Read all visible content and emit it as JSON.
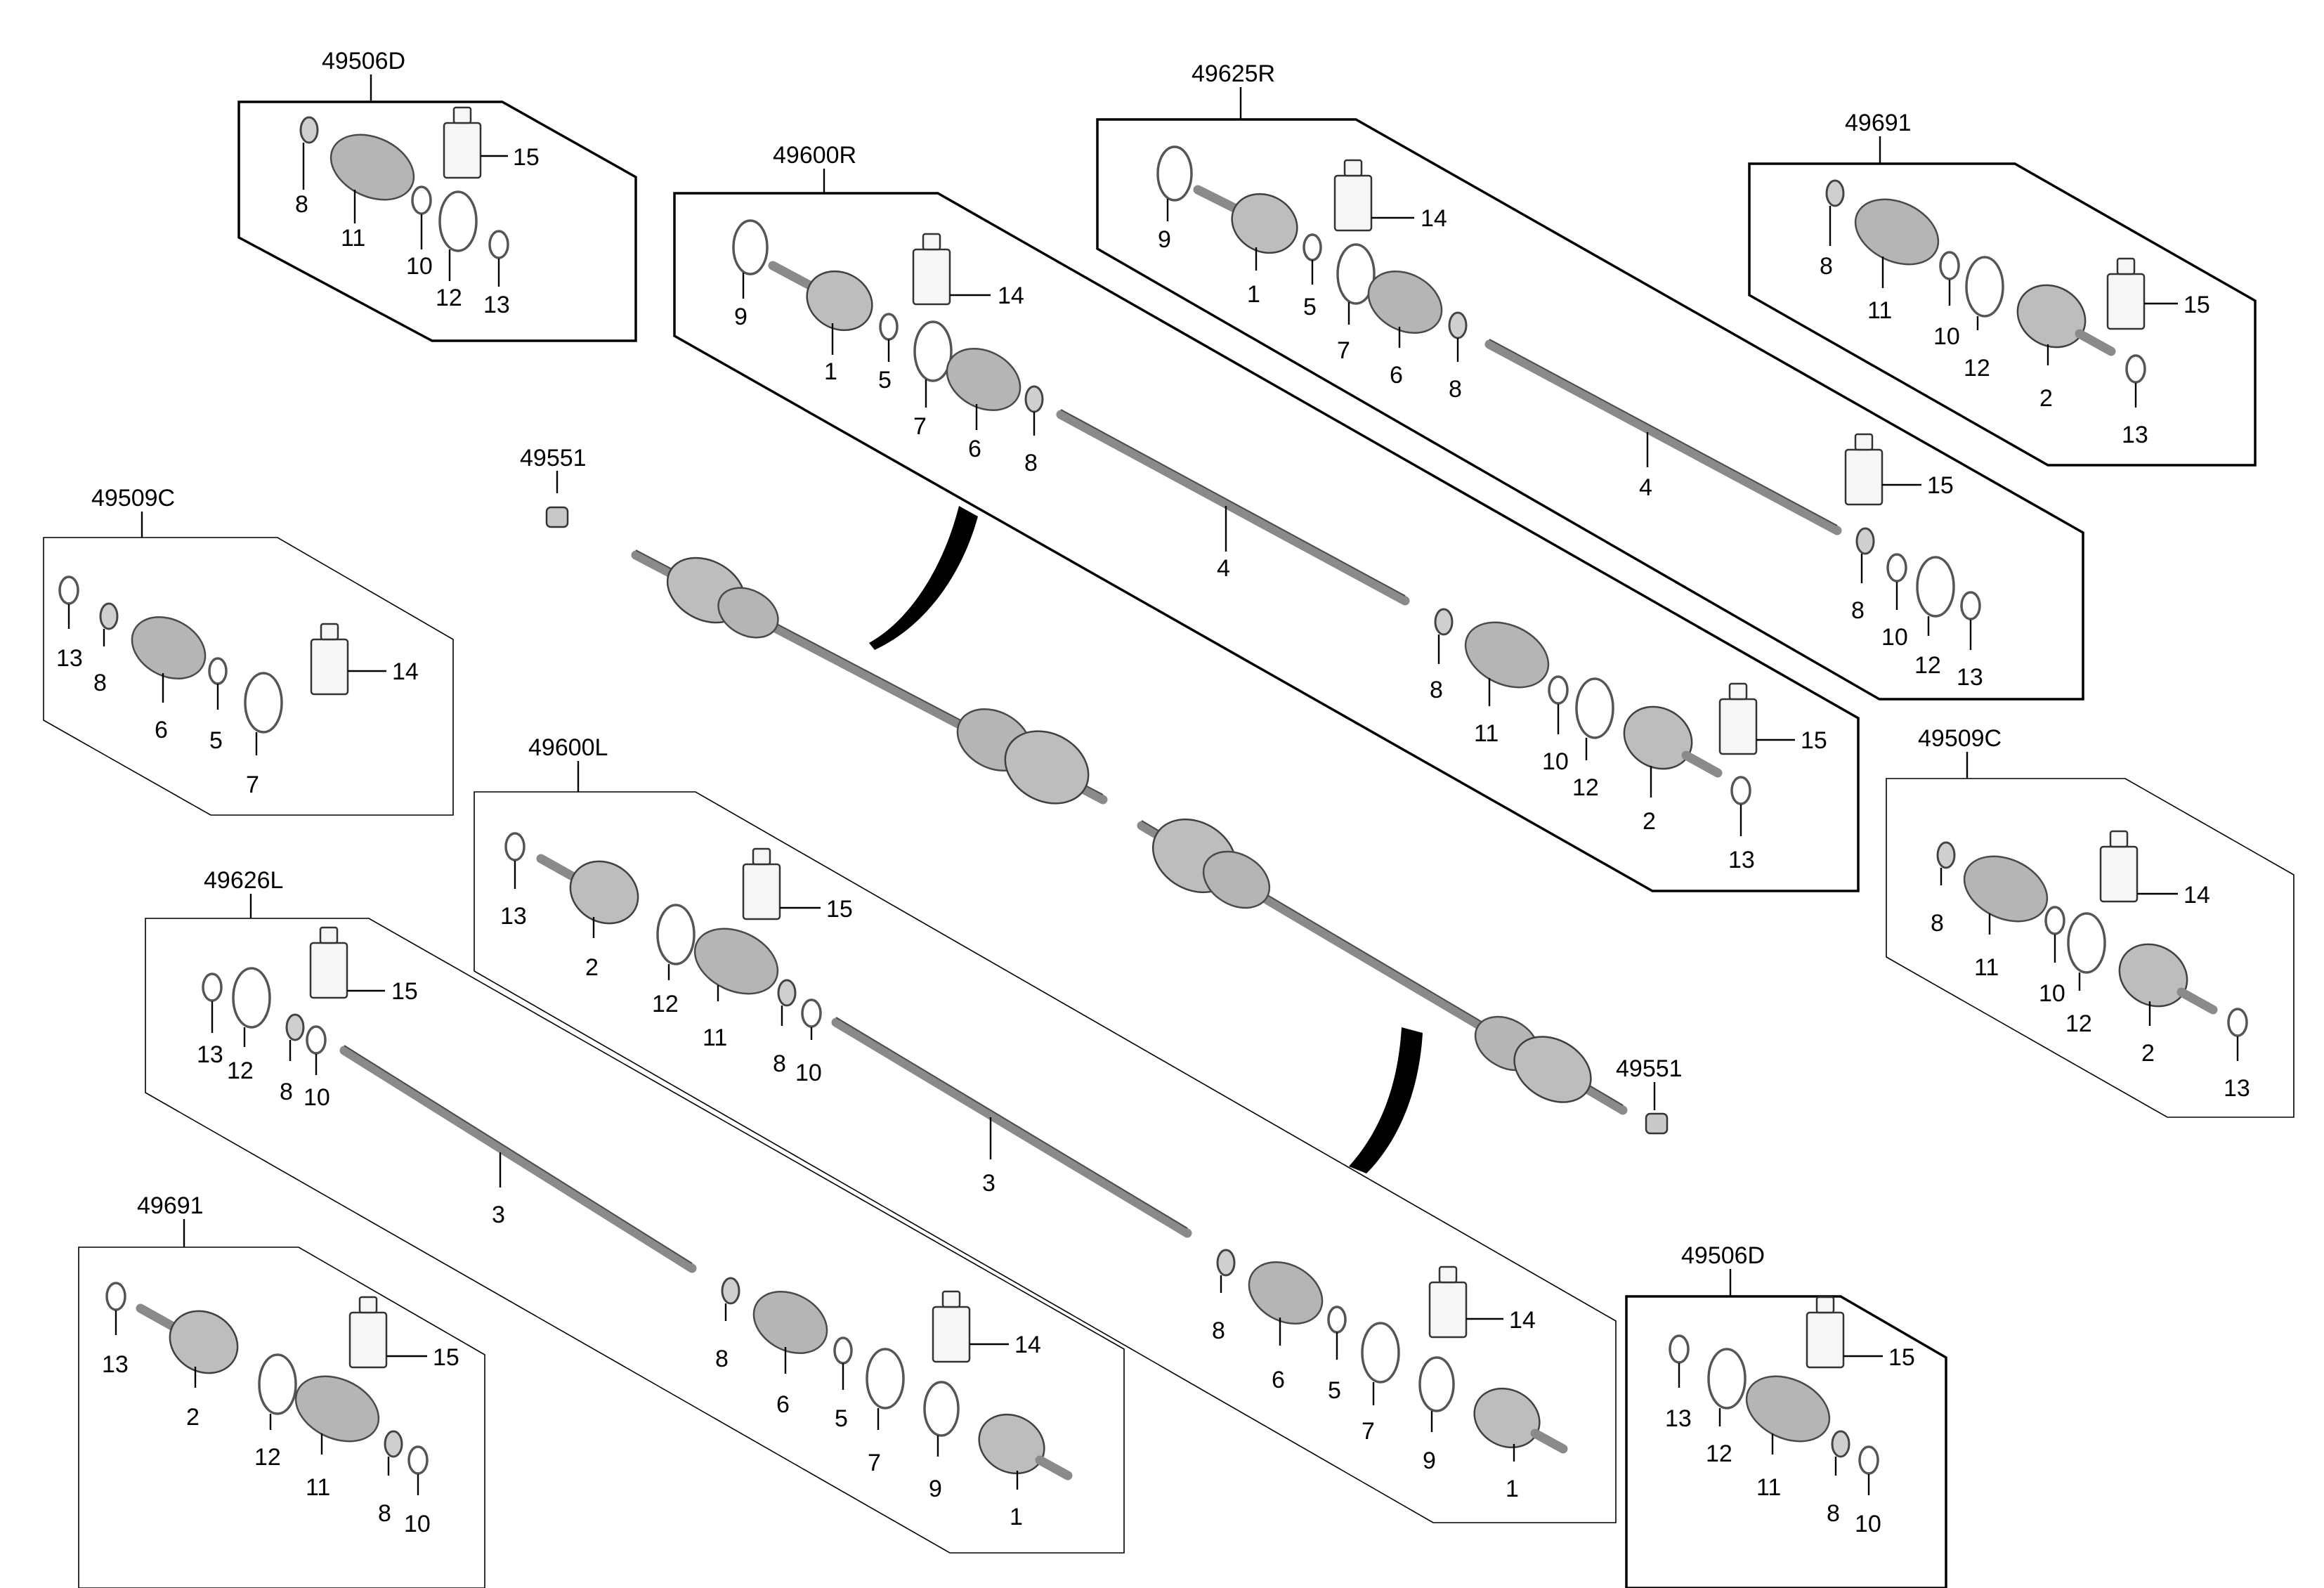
{
  "assemblies": [
    {
      "code": "49506D",
      "parts": [
        "8",
        "11",
        "10",
        "12",
        "13",
        "15"
      ]
    },
    {
      "code": "49600R",
      "parts": [
        "9",
        "1",
        "5",
        "7",
        "6",
        "8",
        "14",
        "4",
        "8",
        "11",
        "10",
        "12",
        "2",
        "13",
        "15"
      ]
    },
    {
      "code": "49625R",
      "parts": [
        "9",
        "1",
        "5",
        "7",
        "6",
        "8",
        "14",
        "4",
        "15",
        "8",
        "10",
        "12",
        "13"
      ]
    },
    {
      "code": "49691",
      "parts": [
        "8",
        "11",
        "10",
        "12",
        "2",
        "13",
        "15"
      ]
    },
    {
      "code": "49509C",
      "parts": [
        "13",
        "8",
        "6",
        "5",
        "7",
        "14"
      ]
    },
    {
      "code": "49551",
      "parts": []
    },
    {
      "code": "49600L",
      "parts": [
        "13",
        "2",
        "12",
        "11",
        "8",
        "10",
        "15",
        "3",
        "8",
        "6",
        "5",
        "7",
        "9",
        "1",
        "14"
      ]
    },
    {
      "code": "49626L",
      "parts": [
        "13",
        "12",
        "8",
        "10",
        "15",
        "3",
        "8",
        "6",
        "5",
        "7",
        "9",
        "1",
        "14"
      ]
    },
    {
      "code": "49509C",
      "parts": [
        "8",
        "11",
        "10",
        "12",
        "2",
        "13",
        "14"
      ]
    },
    {
      "code": "49551",
      "parts": []
    },
    {
      "code": "49691",
      "parts": [
        "13",
        "2",
        "12",
        "11",
        "8",
        "10",
        "15"
      ]
    },
    {
      "code": "49506D",
      "parts": [
        "13",
        "12",
        "11",
        "8",
        "10",
        "15"
      ]
    }
  ]
}
